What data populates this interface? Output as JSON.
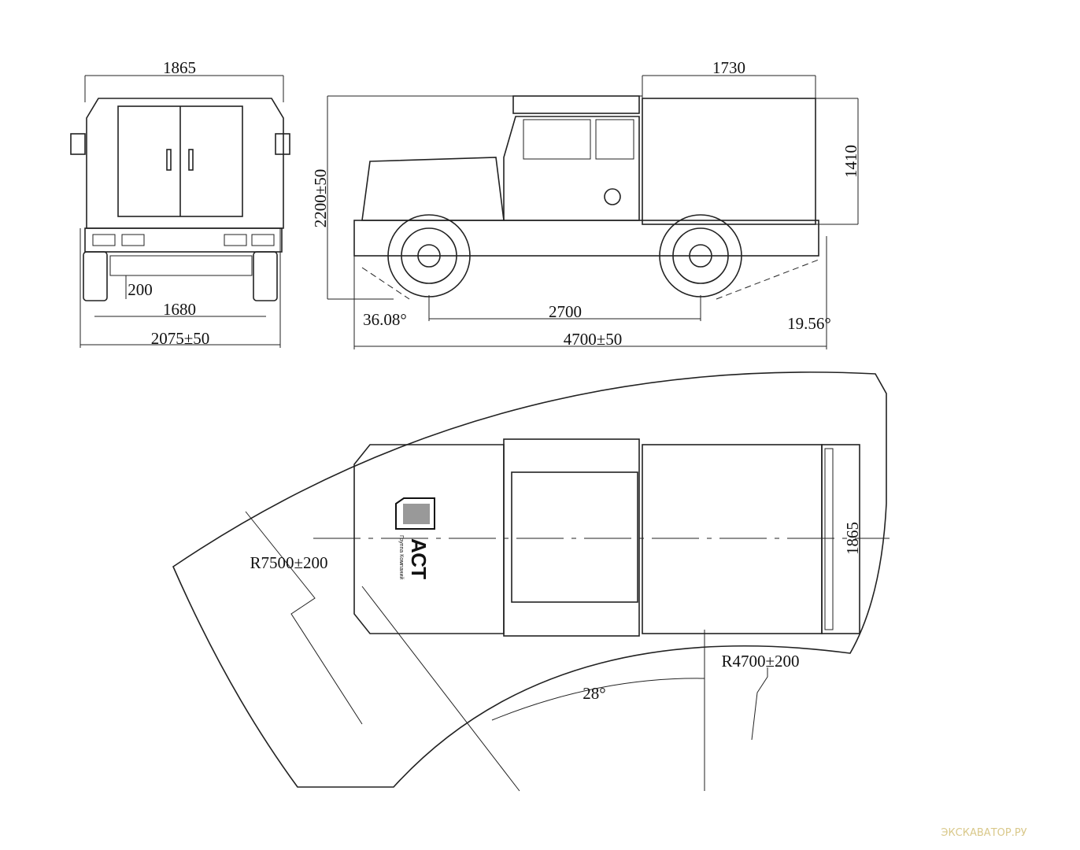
{
  "watermark": "ЭКСКАВАТОР.РУ",
  "rear_view": {
    "width_top": "1865",
    "offset": "200",
    "track": "1680",
    "overall_width": "2075±50"
  },
  "side_view": {
    "body_length": "1730",
    "body_height": "1410",
    "overall_height": "2200±50",
    "approach_angle": "36.08°",
    "wheelbase": "2700",
    "overall_length": "4700±50",
    "departure_angle": "19.56°"
  },
  "top_view": {
    "outer_radius": "R7500±200",
    "width": "1865",
    "inner_radius": "R4700±200",
    "angle": "28°",
    "logo_text": "АСТ",
    "logo_subtext": "Группа Компаний"
  }
}
